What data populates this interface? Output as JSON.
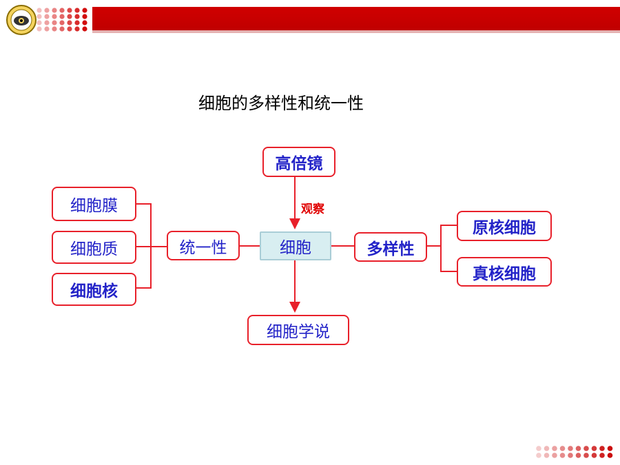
{
  "title": "细胞的多样性和统一性",
  "nodes": {
    "microscope": "高倍镜",
    "observe": "观察",
    "cell": "细胞",
    "unity": "统一性",
    "diversity": "多样性",
    "membrane": "细胞膜",
    "cytoplasm": "细胞质",
    "nucleus": "细胞核",
    "prokaryote": "原核细胞",
    "eukaryote": "真核细胞",
    "cell_theory": "细胞学说"
  },
  "colors": {
    "header_bar": "#c00000",
    "node_border": "#e8202a",
    "node_text": "#2323c8",
    "center_fill": "#d8eef1",
    "label_red": "#e00000"
  }
}
